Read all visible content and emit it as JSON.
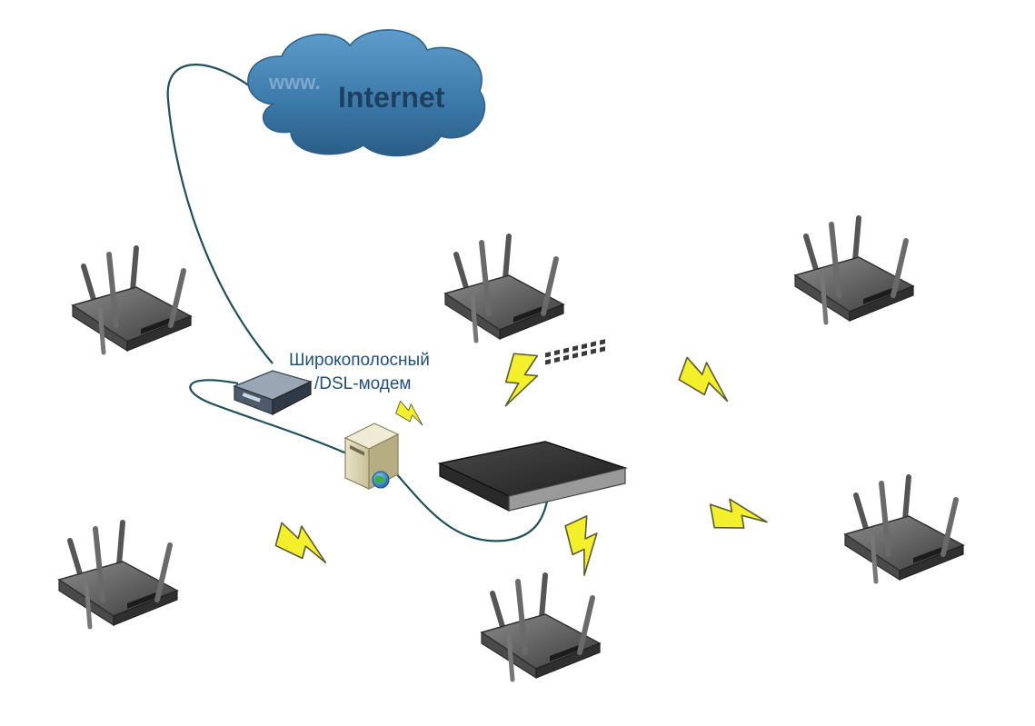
{
  "cloud": {
    "www_text": "www.",
    "label": "Internet",
    "color": "#3d7fb0",
    "text_color": "#1f3f5f"
  },
  "modem": {
    "label_line1": "Широкополосный",
    "label_line2": "/DSL-модем",
    "label_color": "#1f4f7a"
  },
  "colors": {
    "cable": "#1d4f5c",
    "lightning": "#f4ef2b",
    "lightning_stroke": "#5a5a30",
    "device_dark": "#3b3b3b",
    "device_mid": "#6f6f6f",
    "device_light": "#9a9a9a"
  },
  "icons": {
    "cloud": "cloud-icon",
    "modem": "dsl-modem-icon",
    "server": "server-icon",
    "switch": "network-switch-icon",
    "access_point": "wireless-access-point-icon",
    "wireless_link": "lightning-bolt-icon"
  },
  "access_points": [
    {
      "name": "access-point-top-left"
    },
    {
      "name": "access-point-top-center"
    },
    {
      "name": "access-point-top-right"
    },
    {
      "name": "access-point-bottom-left"
    },
    {
      "name": "access-point-bottom-center"
    },
    {
      "name": "access-point-bottom-right"
    }
  ],
  "wireless_links": [
    {
      "name": "wireless-link-modem"
    },
    {
      "name": "wireless-link-top"
    },
    {
      "name": "wireless-link-top-right"
    },
    {
      "name": "wireless-link-right"
    },
    {
      "name": "wireless-link-bottom"
    },
    {
      "name": "wireless-link-left"
    }
  ]
}
